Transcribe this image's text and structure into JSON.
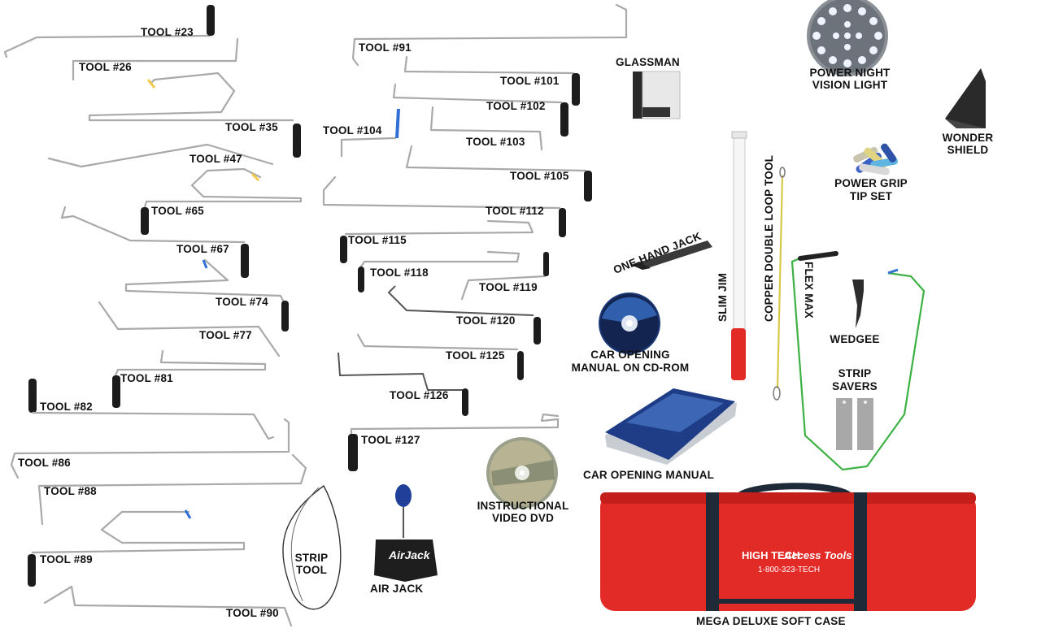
{
  "colors": {
    "background": "#ffffff",
    "wire": "#a9a9a9",
    "handle": "#1c1c1c",
    "case_red": "#e22a27",
    "case_strap": "#1e2a38",
    "green_wire": "#3cb043",
    "tip_yellow": "#f2c94c",
    "tip_blue": "#2f6fd6"
  },
  "labels": {
    "tool23": "TOOL #23",
    "tool26": "TOOL #26",
    "tool35": "TOOL #35",
    "tool47": "TOOL #47",
    "tool65": "TOOL #65",
    "tool67": "TOOL #67",
    "tool74": "TOOL #74",
    "tool77": "TOOL #77",
    "tool81": "TOOL #81",
    "tool82": "TOOL #82",
    "tool86": "TOOL #86",
    "tool88": "TOOL #88",
    "tool89": "TOOL #89",
    "tool90": "TOOL #90",
    "tool91": "TOOL #91",
    "tool101": "TOOL #101",
    "tool102": "TOOL #102",
    "tool103": "TOOL #103",
    "tool104": "TOOL #104",
    "tool105": "TOOL #105",
    "tool112": "TOOL #112",
    "tool115": "TOOL #115",
    "tool118": "TOOL #118",
    "tool119": "TOOL #119",
    "tool120": "TOOL #120",
    "tool125": "TOOL #125",
    "tool126": "TOOL #126",
    "tool127": "TOOL #127",
    "glassman": "GLASSMAN",
    "power_night_vision_light_1": "POWER NIGHT",
    "power_night_vision_light_2": "VISION LIGHT",
    "wonder_shield_1": "WONDER",
    "wonder_shield_2": "SHIELD",
    "power_grip_tip_set_1": "POWER GRIP",
    "power_grip_tip_set_2": "TIP SET",
    "one_hand_jack": "ONE HAND JACK",
    "slim_jim": "SLIM JIM",
    "copper_double_loop_tool": "COPPER DOUBLE LOOP TOOL",
    "flex_max": "FLEX MAX",
    "wedgee": "WEDGEE",
    "strip_savers_1": "STRIP",
    "strip_savers_2": "SAVERS",
    "car_opening_manual_cd_1": "CAR OPENING",
    "car_opening_manual_cd_2": "MANUAL ON CD-ROM",
    "car_opening_manual": "CAR OPENING MANUAL",
    "instructional_video_dvd_1": "INSTRUCTIONAL",
    "instructional_video_dvd_2": "VIDEO DVD",
    "strip_tool_1": "STRIP",
    "strip_tool_2": "TOOL",
    "air_jack": "AIR JACK",
    "mega_deluxe_soft_case": "MEGA DELUXE SOFT CASE"
  },
  "case_print": {
    "brand_left": "HIGH TECH",
    "brand_right": "Access Tools",
    "phone": "1-800-323-TECH"
  },
  "airjack_print": {
    "brand": "AirJack"
  }
}
